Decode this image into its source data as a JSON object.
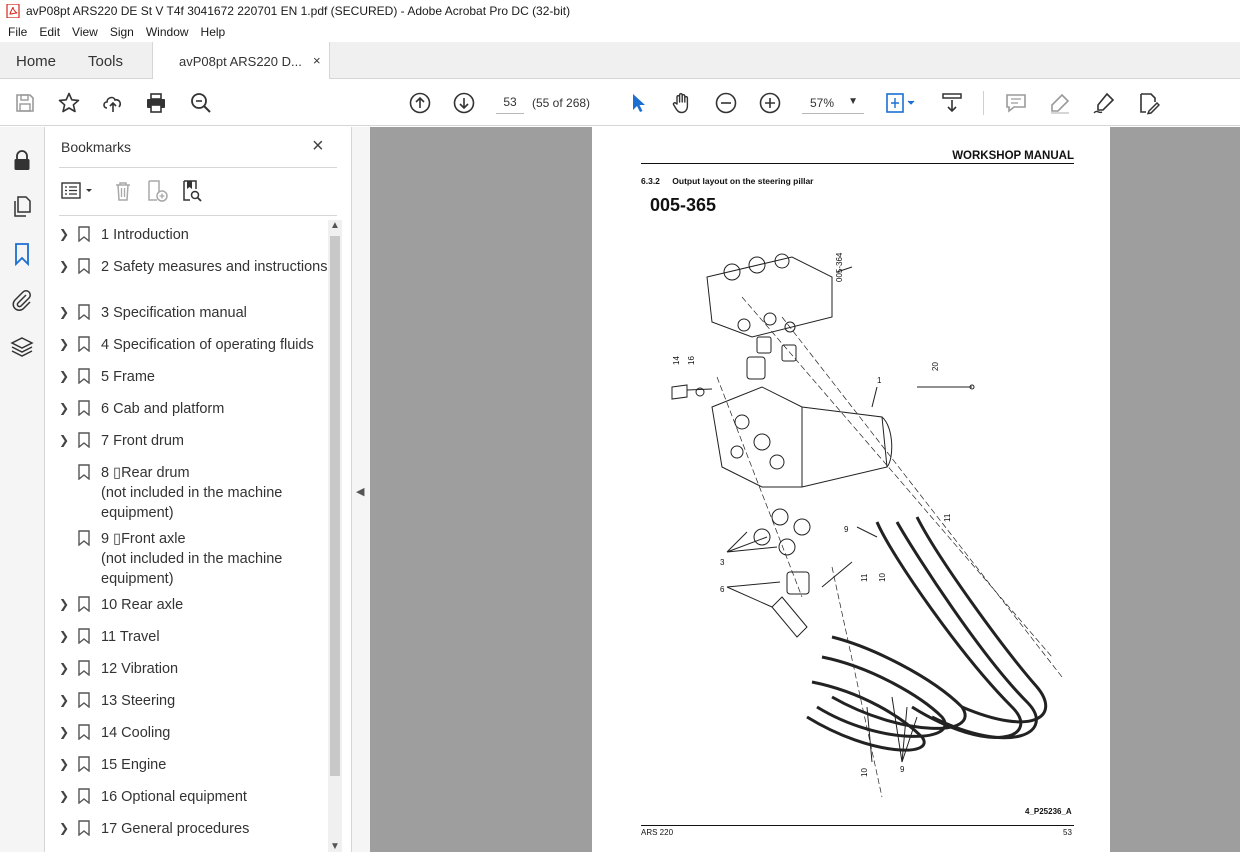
{
  "window": {
    "title": "avP08pt ARS220 DE St V T4f 3041672 220701 EN 1.pdf (SECURED) - Adobe Acrobat Pro DC (32-bit)",
    "accent_color": "#d7261b"
  },
  "menu": [
    "File",
    "Edit",
    "View",
    "Sign",
    "Window",
    "Help"
  ],
  "tabs": {
    "home": "Home",
    "tools": "Tools",
    "document": "avP08pt ARS220 D...",
    "close": "×"
  },
  "toolbar": {
    "page_current": "53",
    "page_count": "(55 of 268)",
    "zoom": "57%",
    "icons": [
      "save-icon",
      "star-icon",
      "upload-icon",
      "print-icon",
      "zoom-search-icon",
      "page-up-icon",
      "page-down-icon",
      "select-cursor-icon",
      "hand-icon",
      "zoom-out-icon",
      "zoom-in-icon",
      "fit-page-icon",
      "scroll-mode-icon",
      "comment-icon",
      "highlight-icon",
      "sign-icon",
      "fill-sign-icon"
    ]
  },
  "left_rail": {
    "icons": [
      "lock-icon",
      "pages-icon",
      "bookmark-icon",
      "attachment-icon",
      "layers-icon"
    ]
  },
  "bookmarks": {
    "title": "Bookmarks",
    "close": "×",
    "items": [
      {
        "label": "1 Introduction",
        "expandable": true
      },
      {
        "label": "2 Safety measures and instructions",
        "expandable": true
      },
      {
        "label": "3 Specification manual",
        "expandable": true
      },
      {
        "label": "4 Specification of operating fluids",
        "expandable": true
      },
      {
        "label": "5 Frame",
        "expandable": true
      },
      {
        "label": "6 Cab and platform",
        "expandable": true
      },
      {
        "label": "7 Front drum",
        "expandable": true
      },
      {
        "label": "8 ▯Rear drum\n(not included in the machine equipment)",
        "expandable": false
      },
      {
        "label": "9 ▯Front axle\n(not included in the machine equipment)",
        "expandable": false
      },
      {
        "label": "10 Rear axle",
        "expandable": true
      },
      {
        "label": "11 Travel",
        "expandable": true
      },
      {
        "label": "12 Vibration",
        "expandable": true
      },
      {
        "label": "13 Steering",
        "expandable": true
      },
      {
        "label": "14 Cooling",
        "expandable": true
      },
      {
        "label": "15 Engine",
        "expandable": true
      },
      {
        "label": "16 Optional equipment",
        "expandable": true
      },
      {
        "label": "17 General procedures",
        "expandable": true
      }
    ]
  },
  "page": {
    "header": "WORKSHOP MANUAL",
    "section_number": "6.3.2",
    "section_title": "Output layout on the steering pillar",
    "figure_code": "005-365",
    "figure_ref": "4_P25236_A",
    "footer_left": "ARS 220",
    "footer_right": "53",
    "callouts": {
      "ref": "005-364",
      "c1": "1",
      "c3": "3",
      "c6": "6",
      "c9a": "9",
      "c9b": "9",
      "c10a": "10",
      "c10b": "10",
      "c11a": "11",
      "c11b": "11",
      "c14": "14",
      "c16": "16",
      "c20": "20"
    }
  }
}
